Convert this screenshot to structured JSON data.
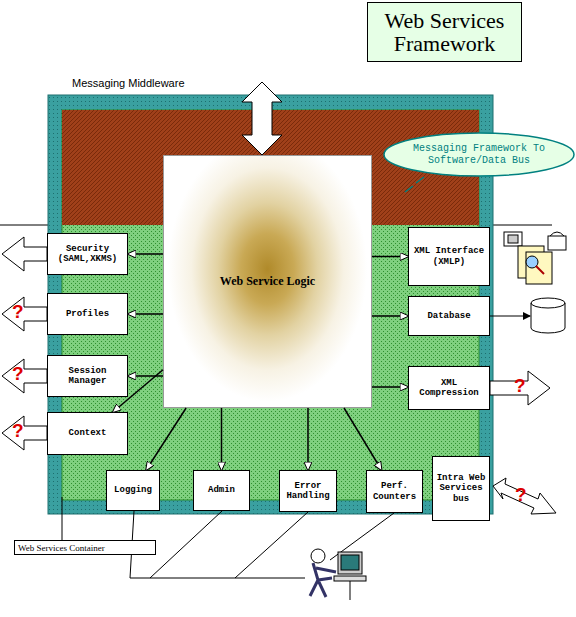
{
  "diagram": {
    "title": "Web Services Framework",
    "nodes": [
      {
        "text": [
          "Messaging Framework To Software/Data Bus"
        ]
      },
      {
        "text": [
          "Security (SAML,XKMS)"
        ]
      },
      {
        "text": [
          "Web Service Logic"
        ]
      },
      {
        "text": [
          "XML Interface (XMLP)"
        ]
      },
      {
        "text": [
          "Profiles"
        ]
      },
      {
        "text": [
          "Database"
        ]
      },
      {
        "text": [
          "Session Manager"
        ]
      },
      {
        "text": [
          "XML Compression"
        ]
      },
      {
        "text": [
          "Context"
        ]
      },
      {
        "text": [
          "Logging"
        ]
      },
      {
        "text": [
          "Admin"
        ]
      },
      {
        "text": [
          "Error Handling"
        ]
      },
      {
        "text": [
          "Perf. Counters"
        ]
      },
      {
        "text": [
          "Intra Web Services bus"
        ]
      },
      {
        "text": [
          "Web Services Container"
        ]
      }
    ],
    "edges": [
      {
        "from": 2,
        "to": 1,
        "arrow": "to"
      },
      {
        "from": 2,
        "to": 4,
        "arrow": "to"
      },
      {
        "from": 2,
        "to": 6,
        "arrow": "to"
      },
      {
        "from": 2,
        "to": 8,
        "arrow": "to"
      },
      {
        "from": 2,
        "to": 3,
        "arrow": "to"
      },
      {
        "from": 2,
        "to": 5,
        "arrow": "to"
      },
      {
        "from": 2,
        "to": 7,
        "arrow": "to"
      },
      {
        "from": 2,
        "to": 9,
        "arrow": "to"
      },
      {
        "from": 2,
        "to": 10,
        "arrow": "to"
      },
      {
        "from": 2,
        "to": 11,
        "arrow": "to"
      },
      {
        "from": 2,
        "to": 12,
        "arrow": "to"
      }
    ],
    "labels": [
      "Messaging Middleware",
      "?",
      "?",
      "?",
      "?",
      "?"
    ]
  }
}
